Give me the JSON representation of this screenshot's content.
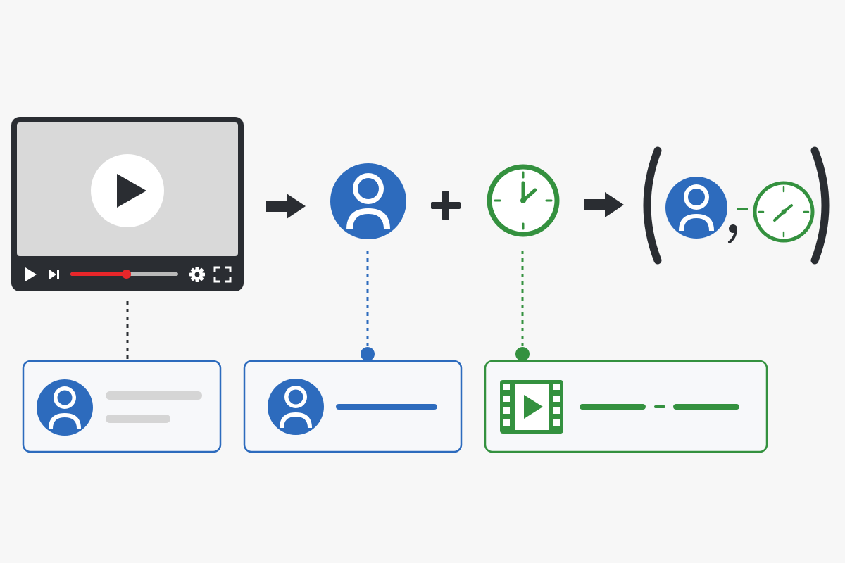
{
  "colors": {
    "background": "#f7f7f7",
    "blue": "#2d6bbd",
    "green": "#34913f",
    "dark": "#2a2d32",
    "red": "#e8262a",
    "player_screen": "#d9d9d9",
    "placeholder_line": "#d5d5d5",
    "card_fill": "#f7f8fa"
  },
  "video_player": {
    "controls": [
      "play-icon",
      "skip-next-icon",
      "progress-bar",
      "settings-gear-icon",
      "fullscreen-icon"
    ],
    "progress_fraction": 0.52
  },
  "flow": {
    "step_1": "user-avatar-icon",
    "operator_1": "plus-icon",
    "step_2": "clock-icon",
    "result": "tuple-user-clock-pair"
  },
  "cards": [
    {
      "type": "user-with-text-lines",
      "color": "blue"
    },
    {
      "type": "user-with-line",
      "color": "blue"
    },
    {
      "type": "video-with-timespan",
      "color": "green"
    }
  ]
}
